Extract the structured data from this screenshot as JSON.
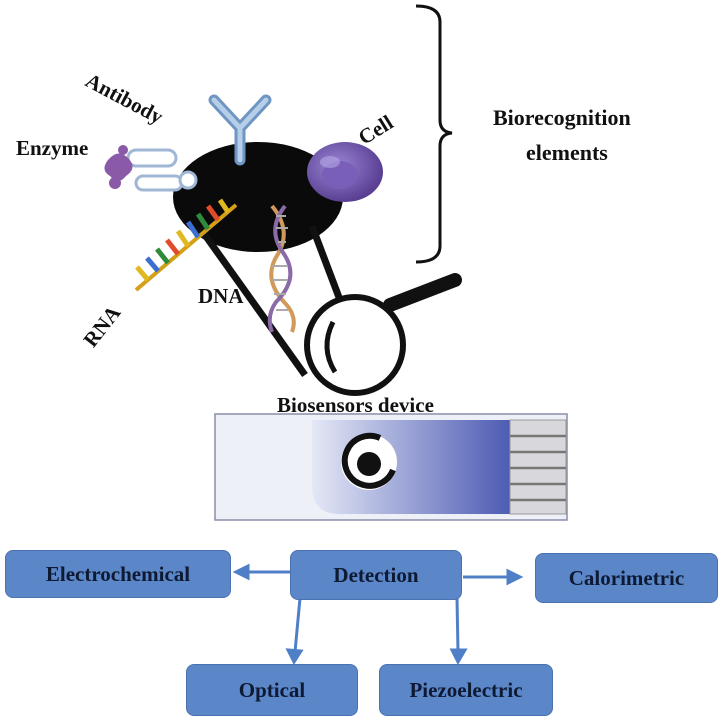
{
  "labels": {
    "antibody": "Antibody",
    "enzyme": "Enzyme",
    "cell": "Cell",
    "rna": "RNA",
    "dna": "DNA",
    "biorecognition_line1": "Biorecognition",
    "biorecognition_line2": "elements",
    "device": "Biosensors device"
  },
  "detection": {
    "center": "Detection",
    "methods": [
      "Electrochemical",
      "Calorimetric",
      "Optical",
      "Piezoelectric"
    ]
  },
  "colors": {
    "box_fill": "#5b86c8",
    "antibody": "#8fb4d9",
    "enzyme": "#8a5aa8",
    "cell": "#6a4fa0",
    "strip_gradient_start": "#e9ecf7",
    "strip_gradient_end": "#4d5bb3"
  }
}
